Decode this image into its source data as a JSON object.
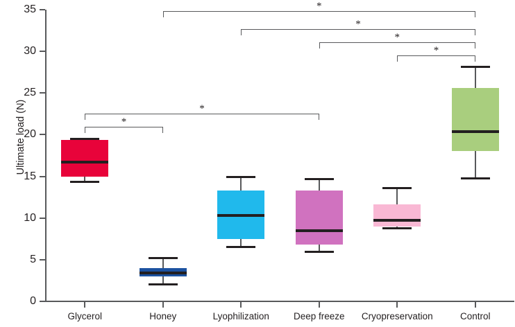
{
  "chart_data": {
    "type": "box",
    "title": "",
    "xlabel": "",
    "ylabel": "Ultimate load (N)",
    "ylim": [
      0,
      35
    ],
    "ytick_labels": [
      "0",
      "5",
      "10",
      "15",
      "20",
      "25",
      "30",
      "35"
    ],
    "ytick_values": [
      0,
      5,
      10,
      15,
      20,
      25,
      30,
      35
    ],
    "grid": false,
    "legend": "none",
    "categories": [
      "Glycerol",
      "Honey",
      "Lyophilization",
      "Deep freeze",
      "Cryopreservation",
      "Control"
    ],
    "boxes": [
      {
        "category": "Glycerol",
        "color": "#E8033A",
        "whisker_low": 14.4,
        "q1": 15.0,
        "median": 16.7,
        "q3": 19.4,
        "whisker_high": 19.5
      },
      {
        "category": "Honey",
        "color": "#1C52A0",
        "whisker_low": 2.1,
        "q1": 3.0,
        "median": 3.4,
        "q3": 4.0,
        "whisker_high": 5.2
      },
      {
        "category": "Lyophilization",
        "color": "#20B9EC",
        "whisker_low": 6.6,
        "q1": 7.5,
        "median": 10.3,
        "q3": 13.3,
        "whisker_high": 15.0
      },
      {
        "category": "Deep freeze",
        "color": "#D072BF",
        "whisker_low": 6.0,
        "q1": 6.8,
        "median": 8.5,
        "q3": 13.3,
        "whisker_high": 14.7
      },
      {
        "category": "Cryopreservation",
        "color": "#F9B8D4",
        "whisker_low": 8.8,
        "q1": 9.0,
        "median": 9.7,
        "q3": 11.6,
        "whisker_high": 13.6
      },
      {
        "category": "Control",
        "color": "#A9CE7E",
        "whisker_low": 14.8,
        "q1": 18.0,
        "median": 20.4,
        "q3": 25.6,
        "whisker_high": 28.2
      }
    ],
    "annotations": [
      {
        "from": "Honey",
        "to": "Control",
        "label": "*",
        "level": 0
      },
      {
        "from": "Lyophilization",
        "to": "Control",
        "label": "*",
        "level": 1
      },
      {
        "from": "Deep freeze",
        "to": "Control",
        "label": "*",
        "level": 2
      },
      {
        "from": "Cryopreservation",
        "to": "Control",
        "label": "*",
        "level": 3
      },
      {
        "from": "Glycerol",
        "to": "Deep freeze",
        "label": "*",
        "level": 4
      },
      {
        "from": "Glycerol",
        "to": "Honey",
        "label": "*",
        "level": 5
      }
    ]
  }
}
